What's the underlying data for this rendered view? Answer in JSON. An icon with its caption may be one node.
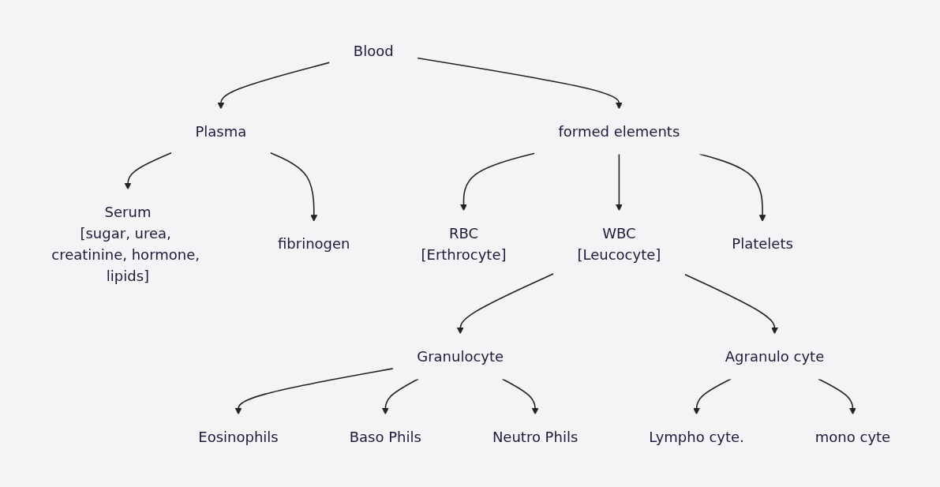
{
  "diagram": {
    "nodes": [
      {
        "text": [
          "Blood"
        ]
      },
      {
        "text": [
          "Plasma"
        ]
      },
      {
        "text": [
          "formed elements"
        ]
      },
      {
        "text": [
          "Serum",
          "[sugar, urea, creatinine, hormone, lipids]"
        ]
      },
      {
        "text": [
          "fibrinogen"
        ]
      },
      {
        "text": [
          "RBC",
          "[Erthrocyte]"
        ]
      },
      {
        "text": [
          "WBC",
          "[Leucocyte]"
        ]
      },
      {
        "text": [
          "Platelets"
        ]
      },
      {
        "text": [
          "Granulocyte"
        ]
      },
      {
        "text": [
          "Agranulo cyte"
        ]
      },
      {
        "text": [
          "Eosinophils"
        ]
      },
      {
        "text": [
          "Baso Phils"
        ]
      },
      {
        "text": [
          "Neutro Phils"
        ]
      },
      {
        "text": [
          "Lympho cyte."
        ]
      },
      {
        "text": [
          "mono cyte"
        ]
      }
    ],
    "edges": [
      {
        "from": 0,
        "to": 1,
        "arrow": "to"
      },
      {
        "from": 0,
        "to": 2,
        "arrow": "to"
      },
      {
        "from": 1,
        "to": 3,
        "arrow": "to"
      },
      {
        "from": 1,
        "to": 4,
        "arrow": "to"
      },
      {
        "from": 2,
        "to": 5,
        "arrow": "to"
      },
      {
        "from": 2,
        "to": 6,
        "arrow": "to"
      },
      {
        "from": 2,
        "to": 7,
        "arrow": "to"
      },
      {
        "from": 6,
        "to": 8,
        "arrow": "to"
      },
      {
        "from": 6,
        "to": 9,
        "arrow": "to"
      },
      {
        "from": 8,
        "to": 10,
        "arrow": "to"
      },
      {
        "from": 8,
        "to": 11,
        "arrow": "to"
      },
      {
        "from": 8,
        "to": 12,
        "arrow": "to"
      },
      {
        "from": 9,
        "to": 13,
        "arrow": "to"
      },
      {
        "from": 9,
        "to": 14,
        "arrow": "to"
      }
    ]
  }
}
